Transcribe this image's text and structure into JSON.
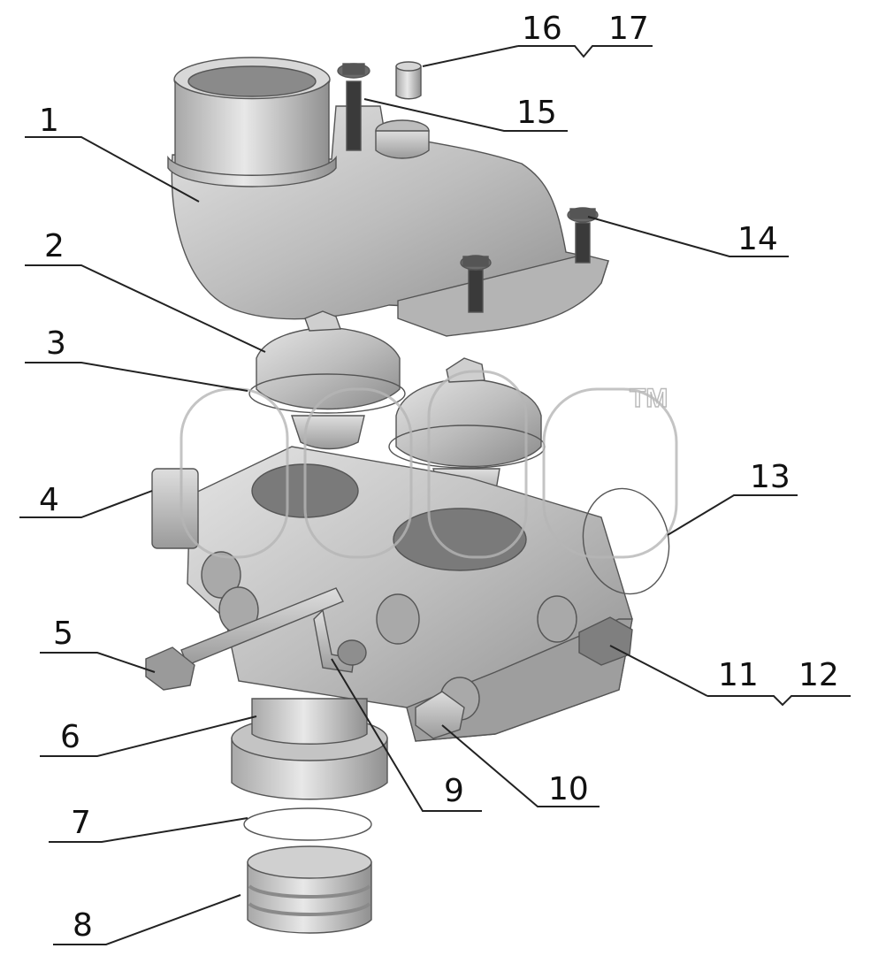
{
  "diagram": {
    "watermark_trademark": "TM",
    "callouts": [
      {
        "id": "c1",
        "label": "1"
      },
      {
        "id": "c2",
        "label": "2"
      },
      {
        "id": "c3",
        "label": "3"
      },
      {
        "id": "c4",
        "label": "4"
      },
      {
        "id": "c5",
        "label": "5"
      },
      {
        "id": "c6",
        "label": "6"
      },
      {
        "id": "c7",
        "label": "7"
      },
      {
        "id": "c8",
        "label": "8"
      },
      {
        "id": "c9",
        "label": "9"
      },
      {
        "id": "c10",
        "label": "10"
      },
      {
        "id": "c11",
        "label": "11"
      },
      {
        "id": "c12",
        "label": "12"
      },
      {
        "id": "c13",
        "label": "13"
      },
      {
        "id": "c14",
        "label": "14"
      },
      {
        "id": "c15",
        "label": "15"
      },
      {
        "id": "c16",
        "label": "16"
      },
      {
        "id": "c17",
        "label": "17"
      }
    ]
  }
}
